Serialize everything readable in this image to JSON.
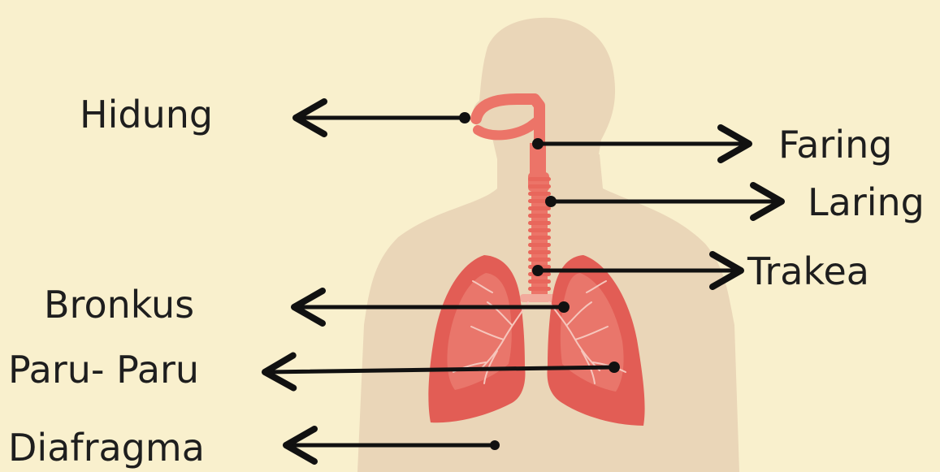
{
  "colors": {
    "background": "#f9f0cd",
    "body_silhouette": "#ead6b8",
    "airway": "#ec7468",
    "lung": "#e25d55",
    "lung_inner": "#ef8a7e",
    "bronchi_lines": "#f6c6bc",
    "pointer": "#111111",
    "text": "#1e1e1e"
  },
  "labels": {
    "hidung": "Hidung",
    "faring": "Faring",
    "laring": "Laring",
    "trakea": "Trakea",
    "bronkus": "Bronkus",
    "paru_paru": "Paru- Paru",
    "diafragma": "Diafragma"
  }
}
